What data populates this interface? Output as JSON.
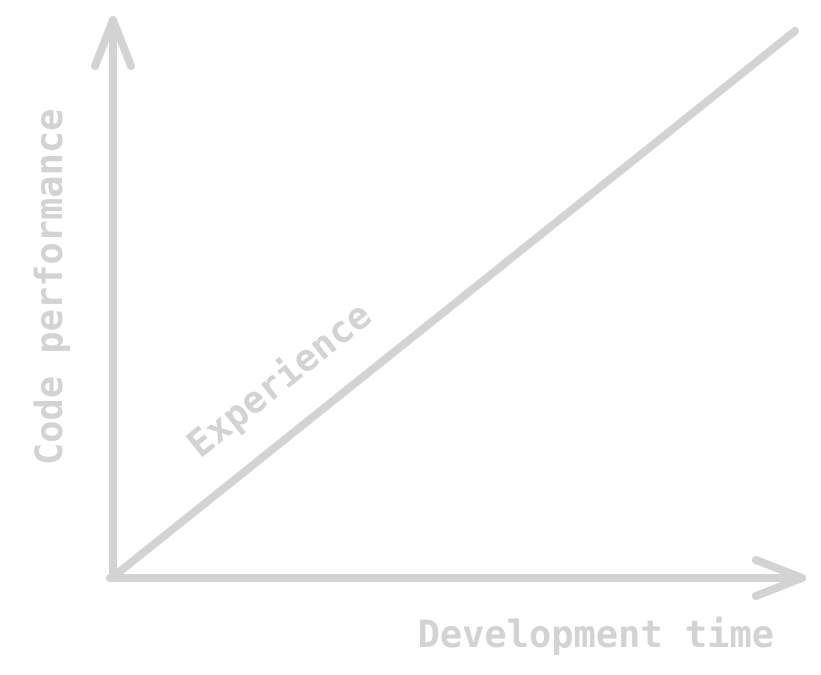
{
  "diagram": {
    "y_axis_label": "Code performance",
    "x_axis_label": "Development time",
    "line_label": "Experience",
    "color": "#d3d3d3"
  }
}
